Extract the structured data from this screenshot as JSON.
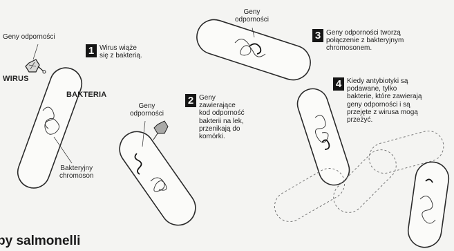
{
  "labels": {
    "geny_odpornosci_top_left": "Geny odporności",
    "wirus": "WIRUS",
    "bakteria": "BAKTERIA",
    "bakteryjny_chromoson": "Bakteryjny\nchromoson",
    "geny_odpornosci_middle": "Geny\nodporności",
    "geny_odpornosci_top_right": "Geny\nodporności"
  },
  "steps": [
    {
      "number": "1",
      "text": "Wirus wiąże\nsię z bakterią."
    },
    {
      "number": "2",
      "text": "Geny\nzawierające\nkod odporność\nbakterii na lek,\nprzenikają do\nkomórki."
    },
    {
      "number": "3",
      "text": "Geny odporności tworzą\npołączenie z bakteryjnym\nchromosonem."
    },
    {
      "number": "4",
      "text": "Kiedy antybiotyki są\npodawane, tylko\nbakterie, które zawierają\ngeny odporności i są\nprzejęte z wirusa mogą\nprzeżyć."
    }
  ],
  "caption": "py salmonelli",
  "colors": {
    "background": "#f4f4f2",
    "bacteria_fill": "#fbfbf9",
    "ink": "#1e1e1e"
  }
}
